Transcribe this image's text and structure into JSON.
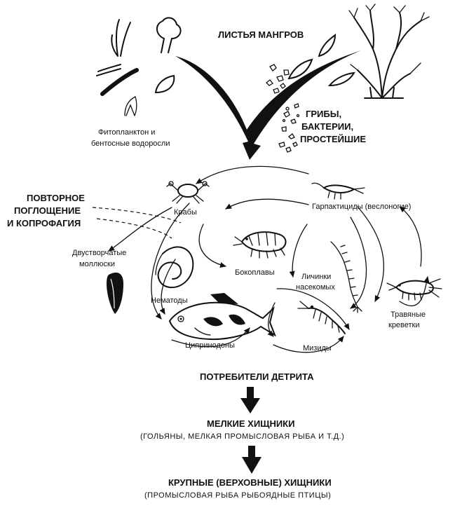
{
  "sources": {
    "mangrove_leaves": "ЛИСТЬЯ МАНГРОВ",
    "phytoplankton_line1": "Фитопланктон и",
    "phytoplankton_line2": "бентосные водоросли",
    "microbes_line1": "ГРИБЫ,",
    "microbes_line2": "БАКТЕРИИ,",
    "microbes_line3": "ПРОСТЕЙШИЕ"
  },
  "recycling": {
    "line1": "ПОВТОРНОЕ",
    "line2": "ПОГЛОЩЕНИЕ",
    "line3": "И КОПРОФАГИЯ"
  },
  "organisms": {
    "crabs": "Крабы",
    "harpacticoids": "Гарпактициды (веслоногие)",
    "bivalves_line1": "Двустворчатые",
    "bivalves_line2": "моллюски",
    "amphipods": "Бокоплавы",
    "insect_larvae_line1": "Личинки",
    "insect_larvae_line2": "насекомых",
    "nematodes": "Нематоды",
    "grass_shrimp_line1": "Травяные",
    "grass_shrimp_line2": "креветки",
    "cyprinodonts": "Ципринодоны",
    "mysids": "Мизиды"
  },
  "chain": {
    "detritus_consumers": "ПОТРЕБИТЕЛИ ДЕТРИТА",
    "small_predators": "МЕЛКИЕ ХИЩНИКИ",
    "small_predators_examples": "(ГОЛЬЯНЫ, МЕЛКАЯ  ПРОМЫСЛОВАЯ  РЫБА  И  Т.Д.)",
    "top_predators": "КРУПНЫЕ  (ВЕРХОВНЫЕ)  ХИЩНИКИ",
    "top_predators_examples": "(ПРОМЫСЛОВАЯ  РЫБА  РЫБОЯДНЫЕ  ПТИЦЫ)"
  }
}
